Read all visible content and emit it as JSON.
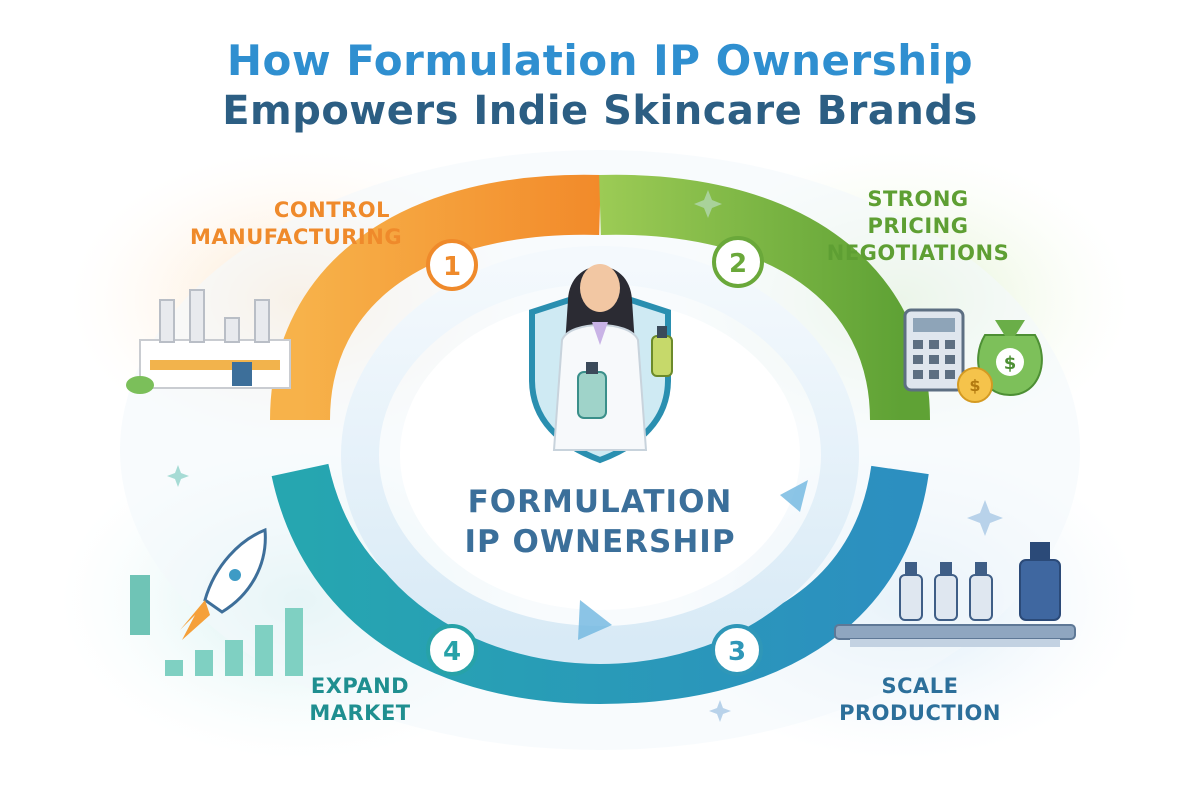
{
  "title": {
    "line1": "How Formulation IP Ownership",
    "line2": "Empowers Indie Skincare Brands"
  },
  "center": {
    "line1": "FORMULATION",
    "line2": "IP OWNERSHIP",
    "icon": "scientist-shield-icon"
  },
  "steps": [
    {
      "number": "1",
      "line1": "CONTROL",
      "line2": "MANUFACTURING",
      "icon": "factory-icon"
    },
    {
      "number": "2",
      "line1": "STRONG",
      "line2": "PRICING",
      "line3": "NEGOTIATIONS",
      "icon": "calculator-money-icon"
    },
    {
      "number": "3",
      "line1": "SCALE",
      "line2": "PRODUCTION",
      "icon": "production-line-icon"
    },
    {
      "number": "4",
      "line1": "EXPAND",
      "line2": "MARKET",
      "icon": "rocket-growth-icon"
    }
  ],
  "colors": {
    "title_primary": "#2f8fd0",
    "title_secondary": "#2c5e83",
    "step1": "#ef8a2b",
    "step2": "#6aa83a",
    "step3": "#2f97b8",
    "step4": "#27a2a8",
    "center_text": "#3b6f9a"
  }
}
